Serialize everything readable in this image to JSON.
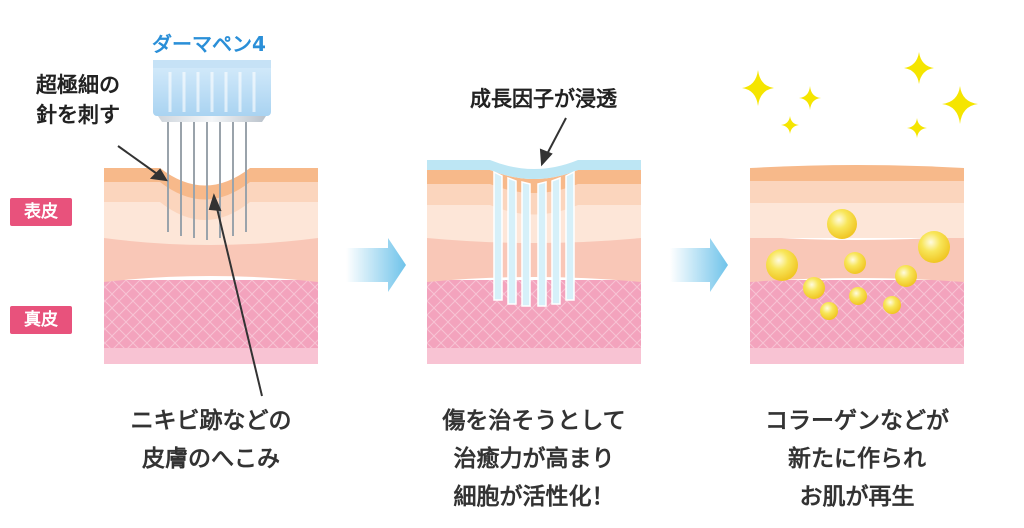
{
  "labels": {
    "epidermis": "表皮",
    "dermis": "真皮",
    "device": "ダーマペン4",
    "needle_note_line1": "超極細の",
    "needle_note_line2": "針を刺す",
    "growth_factor": "成長因子が浸透"
  },
  "captions": [
    {
      "line1": "ニキビ跡などの",
      "line2": "皮膚のへこみ",
      "line3": ""
    },
    {
      "line1": "傷を治そうとして",
      "line2": "治癒力が高まり",
      "line3": "細胞が活性化！"
    },
    {
      "line1": "コラーゲンなどが",
      "line2": "新たに作られ",
      "line3": "お肌が再生"
    }
  ],
  "colors": {
    "skin_top": "#f7b98a",
    "skin_upper": "#fbd5bd",
    "skin_mid": "#fde6d8",
    "skin_low": "#f9c7b7",
    "dermis": "#f3a3bd",
    "dermis_light": "#f8c3d3",
    "label_bg": "#e8527c",
    "brand": "#2a8fd8",
    "serum": "#bde6f4",
    "arrow": "#8ed0ee",
    "sparkle": "#f5e500",
    "collagen": "#f7dd33"
  },
  "icons": {
    "arrow": "arrow-right-icon",
    "sparkle": "sparkle-icon",
    "collagen": "collagen-bubble-icon"
  }
}
